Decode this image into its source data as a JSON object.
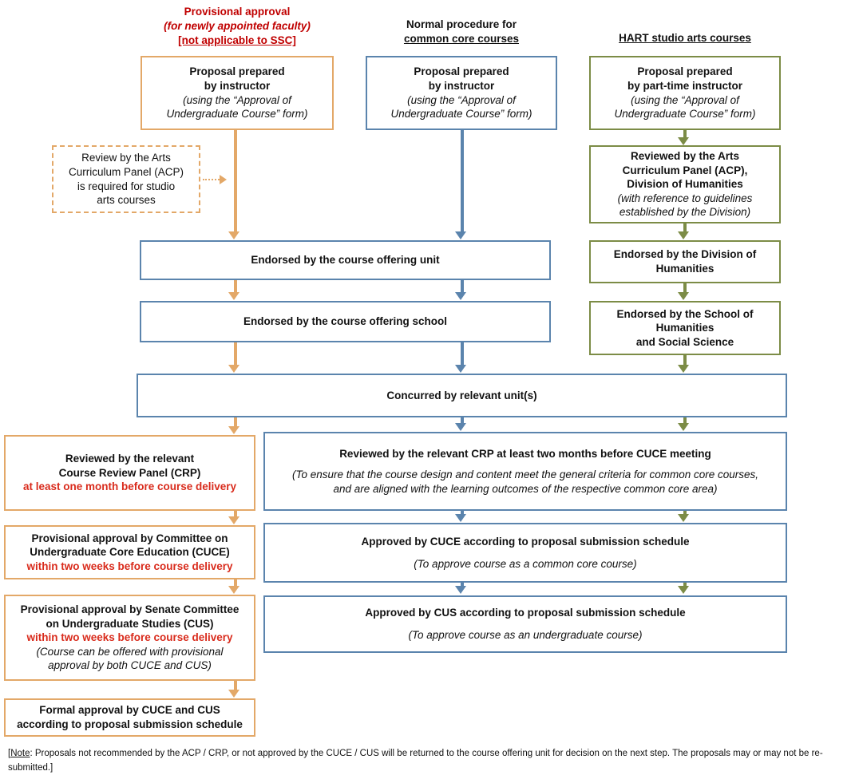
{
  "diagram": {
    "title_headers": [
      {
        "id": "col-provisional",
        "line1": "Provisional approval",
        "line2": "(for newly appointed faculty)",
        "line3": "[not applicable to SSC]",
        "color": "#C00000"
      },
      {
        "id": "col-normal",
        "line1": "Normal procedure for",
        "line2": "common core courses",
        "color": "#111111"
      },
      {
        "id": "col-hart",
        "line1": "HART studio arts courses",
        "color": "#111111"
      }
    ],
    "colors": {
      "orange": "#E3A868",
      "blue": "#5B84AD",
      "green": "#7C8C46",
      "red_text": "#D92B1C",
      "dark_red_title": "#C00000"
    },
    "boxes": {
      "proposal_orange": {
        "bold1": "Proposal prepared",
        "bold2": "by instructor",
        "ital1": "(using the “Approval of",
        "ital2": "Undergraduate Course” form)"
      },
      "proposal_blue": {
        "bold1": "Proposal prepared",
        "bold2": "by instructor",
        "ital1": "(using the “Approval of",
        "ital2": "Undergraduate Course” form)"
      },
      "proposal_green": {
        "bold1": "Proposal prepared",
        "bold2": "by part-time instructor",
        "ital1": "(using the “Approval of",
        "ital2": "Undergraduate Course” form)"
      },
      "acp_note": {
        "l1": "Review by the Arts",
        "l2": "Curriculum Panel (ACP)",
        "l3": "is required for studio",
        "l4": "arts courses"
      },
      "acp_division": {
        "bold1": "Reviewed by the Arts",
        "bold2": "Curriculum Panel (ACP),",
        "bold3": "Division of Humanities",
        "ital1": "(with reference to guidelines",
        "ital2": "established by the Division)"
      },
      "endorsed_division": {
        "bold1": "Endorsed by the Division of",
        "bold2": "Humanities"
      },
      "endorsed_school_hss": {
        "bold1": "Endorsed by the School of",
        "bold2": "Humanities",
        "bold3": "and Social Science"
      },
      "endorsed_unit": {
        "bold1": "Endorsed by the course offering unit"
      },
      "endorsed_school": {
        "bold1": "Endorsed by the course offering school"
      },
      "concurred": {
        "bold1": "Concurred by relevant unit(s)"
      },
      "reviewed_crp_left": {
        "bold1": "Reviewed by the relevant",
        "bold2": "Course Review Panel (CRP)",
        "red1": "at least one month before course delivery"
      },
      "cuce_provisional": {
        "bold1": "Provisional approval by Committee on",
        "bold2": "Undergraduate Core Education (CUCE)",
        "red1": "within two weeks before course delivery"
      },
      "cus_provisional": {
        "bold1": "Provisional approval by Senate Committee",
        "bold2": "on Undergraduate Studies (CUS)",
        "red1": "within two weeks before course delivery",
        "ital1": "(Course can be offered with provisional",
        "ital2": "approval by both CUCE and CUS)"
      },
      "formal_approval": {
        "bold1": "Formal approval by CUCE and CUS",
        "bold2": "according to proposal submission schedule"
      },
      "reviewed_crp_right": {
        "bold1": "Reviewed by the relevant CRP at least two months before CUCE meeting",
        "ital1": "(To ensure that the course design and content meet the general criteria for common core courses,",
        "ital2": "and are aligned with the learning outcomes of the respective common core area)"
      },
      "approved_cuce": {
        "bold1": "Approved by CUCE according to proposal submission schedule",
        "ital1": "(To approve course as a common core course)"
      },
      "approved_cus": {
        "bold1": "Approved by CUS according to proposal submission schedule",
        "ital1": "(To approve course as an undergraduate course)"
      }
    },
    "note": {
      "label": "Note",
      "prefix": "[",
      "after_label": ":  Proposals not recommended by the ACP / CRP, or not approved by the CUCE / CUS will be returned to the course offering unit for decision on the next step. The proposals may or may not be re-submitted.]"
    }
  }
}
